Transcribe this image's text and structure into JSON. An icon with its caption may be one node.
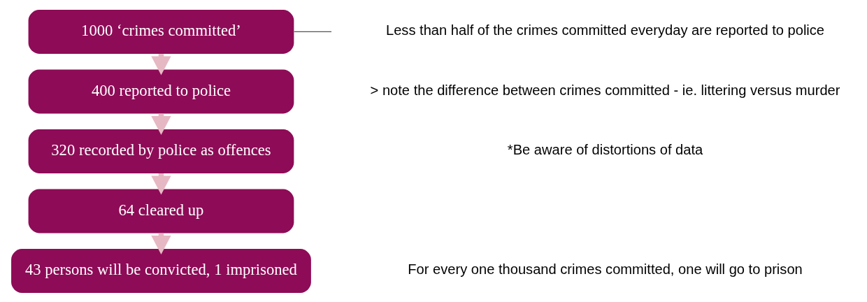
{
  "diagram": {
    "nodes": [
      {
        "text": [
          "1000 ‘crimes committed’"
        ]
      },
      {
        "text": [
          "400 reported to police"
        ]
      },
      {
        "text": [
          "320 recorded by police as offences"
        ]
      },
      {
        "text": [
          "64 cleared up"
        ]
      },
      {
        "text": [
          "43 persons will be convicted, 1 imprisoned"
        ]
      }
    ],
    "edges": [
      {
        "from": 0,
        "to": 1,
        "arrow": "to"
      },
      {
        "from": 1,
        "to": 2,
        "arrow": "to"
      },
      {
        "from": 2,
        "to": 3,
        "arrow": "to"
      },
      {
        "from": 3,
        "to": 4,
        "arrow": "to"
      },
      {
        "from": 0,
        "to": null,
        "arrow": "none",
        "color": "#555555"
      }
    ],
    "labels": [
      "Less than half of the crimes committed everyday are reported to police",
      "> note the difference between crimes committed - ie. littering versus murder",
      "*Be aware of distortions of data",
      "For every one thousand crimes committed, one will go to prison"
    ]
  }
}
